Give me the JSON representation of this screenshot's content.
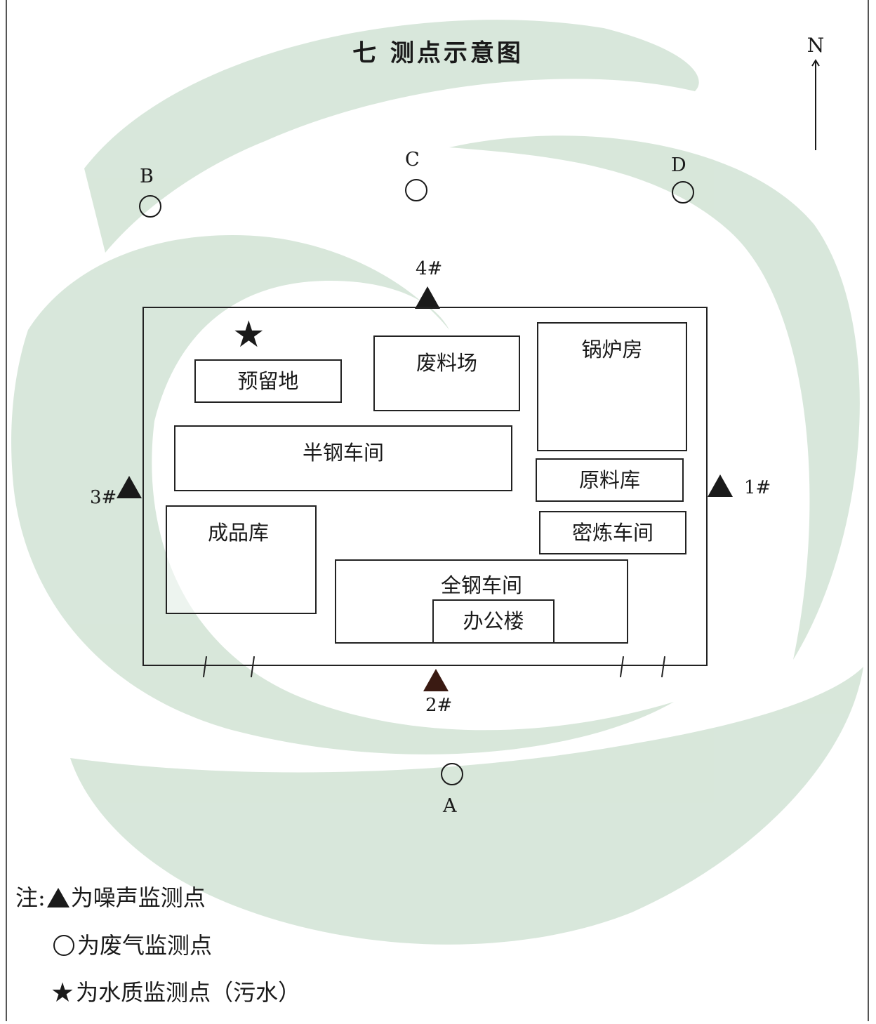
{
  "title": "七  测点示意图",
  "north": "N",
  "air_points": [
    {
      "id": "A",
      "label": "A"
    },
    {
      "id": "B",
      "label": "B"
    },
    {
      "id": "C",
      "label": "C"
    },
    {
      "id": "D",
      "label": "D"
    }
  ],
  "noise_points": [
    {
      "id": "1",
      "label": "1#"
    },
    {
      "id": "2",
      "label": "2#"
    },
    {
      "id": "3",
      "label": "3#"
    },
    {
      "id": "4",
      "label": "4#"
    }
  ],
  "buildings": {
    "reserved": "预留地",
    "waste_yard": "废料场",
    "boiler": "锅炉房",
    "semi_steel": "半钢车间",
    "raw_material": "原料库",
    "finished": "成品库",
    "mixing": "密炼车间",
    "all_steel": "全钢车间",
    "office": "办公楼"
  },
  "legend": {
    "prefix": "注:",
    "noise": "为噪声监测点",
    "air": "为废气监测点",
    "water": "为水质监测点（污水）"
  },
  "colors": {
    "watermark": "#d3e3d6",
    "line": "#222222"
  }
}
